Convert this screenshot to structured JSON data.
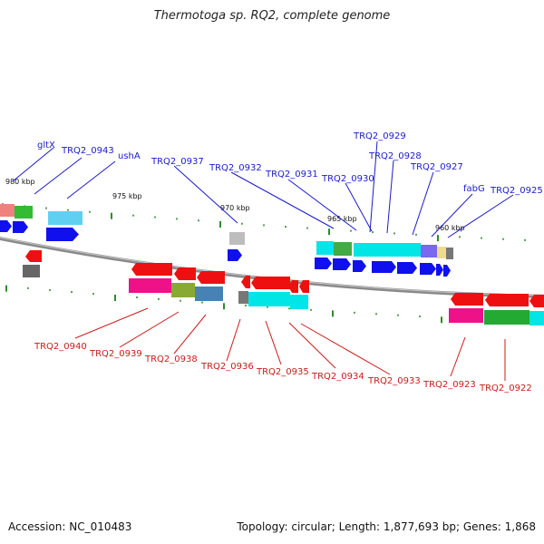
{
  "title": "Thermotoga sp. RQ2, complete genome",
  "footer": {
    "accession": "Accession: NC_010483",
    "info": "Topology: circular; Length: 1,877,693 bp; Genes: 1,868"
  },
  "colors": {
    "top_label": "#1a1acc",
    "bottom_label": "#cc1a1a",
    "backbone": "#8a8a8a",
    "tick": "#2e8b2e"
  },
  "scale_labels": [
    "980 kbp",
    "975 kbp",
    "970 kbp",
    "965 kbp",
    "960 kbp"
  ],
  "top_labels": [
    "gltX",
    "TRQ2_0943",
    "ushA",
    "TRQ2_0937",
    "TRQ2_0932",
    "TRQ2_0931",
    "TRQ2_0930",
    "TRQ2_0929",
    "TRQ2_0928",
    "TRQ2_0927",
    "fabG",
    "TRQ2_0925"
  ],
  "bottom_labels": [
    "TRQ2_0940",
    "TRQ2_0939",
    "TRQ2_0938",
    "TRQ2_0936",
    "TRQ2_0935",
    "TRQ2_0934",
    "TRQ2_0933",
    "TRQ2_0923",
    "TRQ2_0922"
  ]
}
